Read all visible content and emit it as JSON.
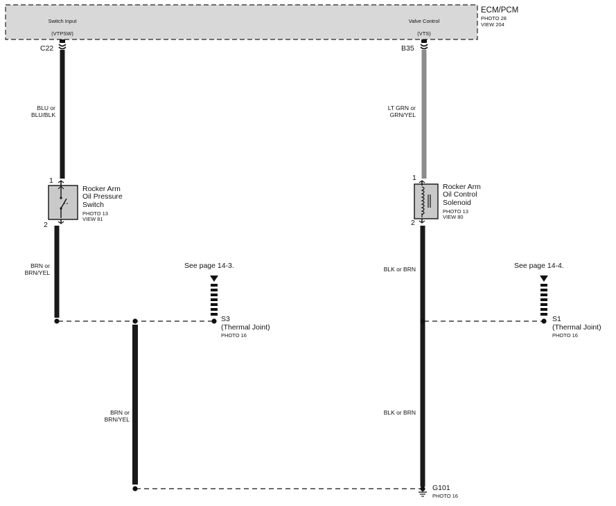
{
  "ecm": {
    "name": "ECM/PCM",
    "photo": "PHOTO 28",
    "view": "VIEW 204",
    "pin_left": {
      "label": "Switch Input",
      "code": "(VTPSW)",
      "connector": "C22"
    },
    "pin_right": {
      "label": "Valve Control",
      "code": "(VTS)",
      "connector": "B35"
    }
  },
  "wires": {
    "left_upper": "BLU or\nBLU/BLK",
    "right_upper": "LT GRN or\nGRN/YEL",
    "left_lower": "BRN or\nBRN/YEL",
    "right_lower": "BLK or BRN",
    "center_down": "BRN or\nBRN/YEL",
    "right_bottom": "BLK or BRN"
  },
  "switch": {
    "pin_top": "1",
    "pin_bottom": "2",
    "name": "Rocker Arm\nOil Pressure\nSwitch",
    "photo": "PHOTO 13",
    "view": "VIEW 81"
  },
  "solenoid": {
    "pin_top": "1",
    "pin_bottom": "2",
    "name": "Rocker Arm\nOil Control\nSolenoid",
    "photo": "PHOTO 13",
    "view": "VIEW 80"
  },
  "splice_s3": {
    "ref": "See page 14-3.",
    "id": "S3",
    "type": "(Thermal Joint)",
    "photo": "PHOTO 16"
  },
  "splice_s1": {
    "ref": "See page 14-4.",
    "id": "S1",
    "type": "(Thermal Joint)",
    "photo": "PHOTO 16"
  },
  "ground": {
    "id": "G101",
    "photo": "PHOTO 16"
  },
  "colors": {
    "wire_dark": "#1a1a1a",
    "wire_green": "#8c8c8c",
    "box_fill": "#d8d8d8",
    "component_fill": "#c9c9c9"
  }
}
